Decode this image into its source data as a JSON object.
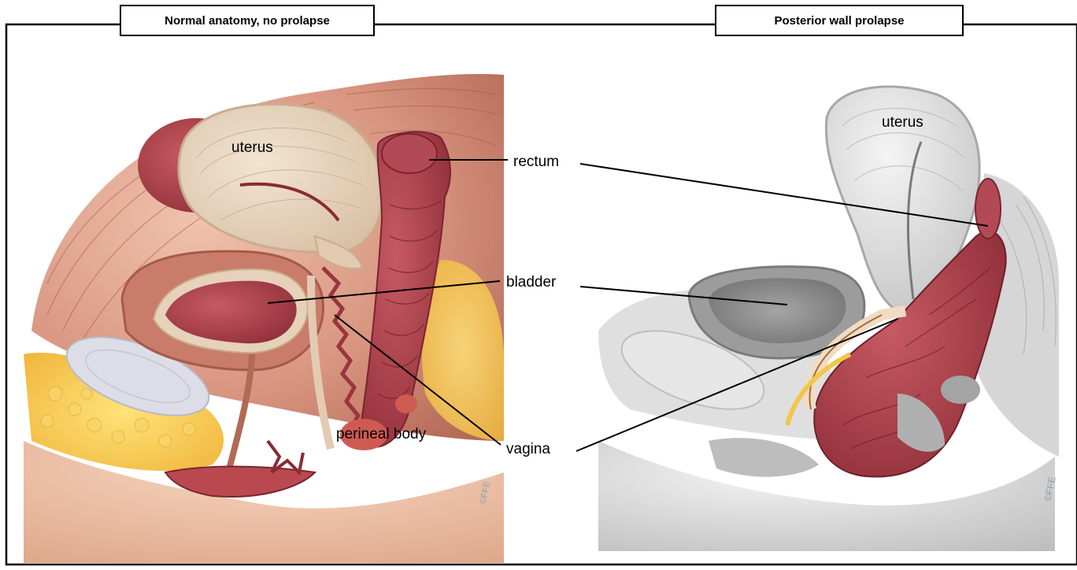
{
  "panels": {
    "left_title": "Normal anatomy, no prolapse",
    "right_title": "Posterior wall prolapse"
  },
  "labels": {
    "uterus_left": "uterus",
    "rectum": "rectum",
    "bladder": "bladder",
    "vagina": "vagina",
    "perineal_body": "perineal body",
    "uterus_right": "uterus"
  },
  "credits": {
    "left": "©FFE",
    "right": "©FFE"
  },
  "colors": {
    "frame": "#000000",
    "muscle": "#c97c6a",
    "uterus": "#e8d6c0",
    "rectum": "#a8404a",
    "fat": "#f2c64a",
    "grey_tissue": "#cfcfcf"
  }
}
